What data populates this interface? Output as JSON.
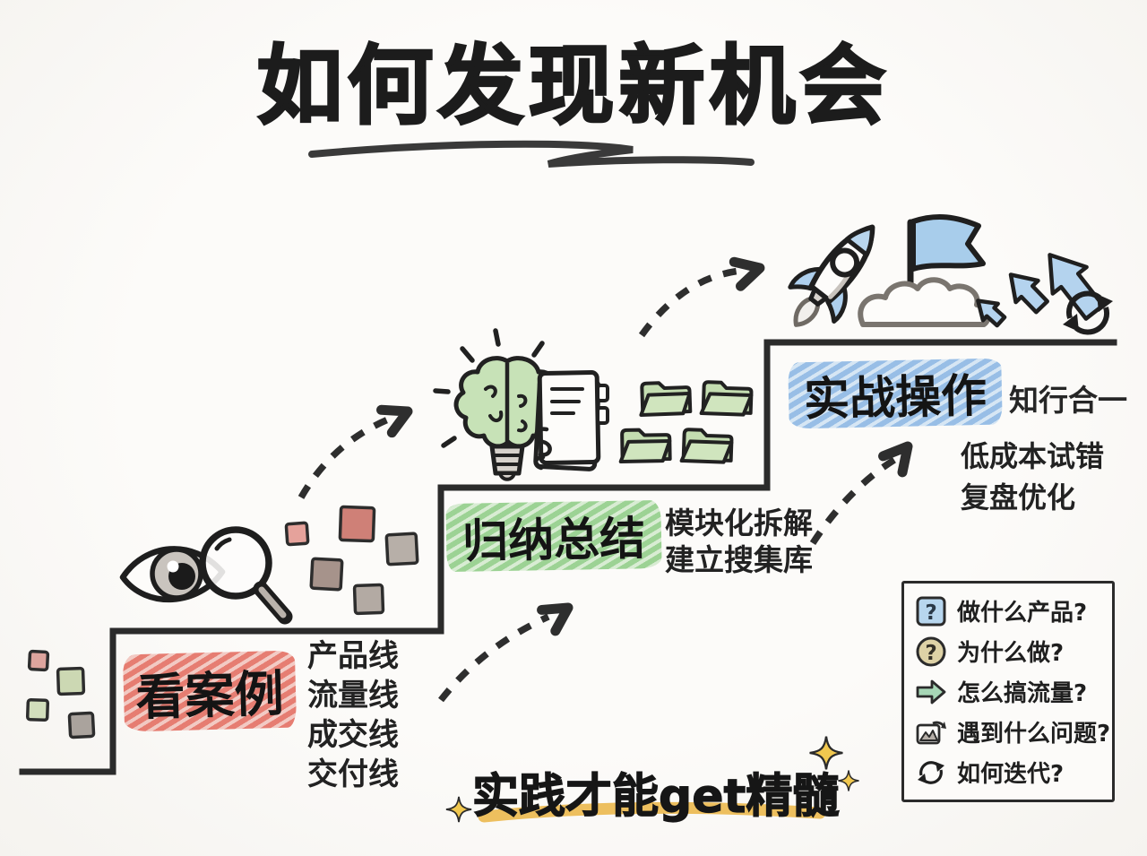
{
  "title": {
    "text": "如何发现新机会"
  },
  "steps": [
    {
      "label": "看案例",
      "highlight_color": "#e25d50",
      "items": [
        "产品线",
        "流量线",
        "成交线",
        "交付线"
      ]
    },
    {
      "label": "归纳总结",
      "highlight_color": "#8bc983",
      "items": [
        "模块化拆解",
        "建立搜集库"
      ]
    },
    {
      "label": "实战操作",
      "highlight_color": "#84b8e6",
      "note": "知行合一",
      "items": [
        "低成本试错",
        "复盘优化"
      ]
    }
  ],
  "question_box": {
    "items": [
      {
        "icon": "question-square-icon",
        "label": "做什么产品?"
      },
      {
        "icon": "question-circle-icon",
        "label": "为什么做?"
      },
      {
        "icon": "flow-arrow-icon",
        "label": "怎么搞流量?"
      },
      {
        "icon": "problem-image-icon",
        "label": "遇到什么问题?"
      },
      {
        "icon": "iterate-cycle-icon",
        "label": "如何迭代?"
      }
    ]
  },
  "tagline": {
    "text": "实践才能get精髓",
    "underline_color": "#edbf5e"
  },
  "icons": {
    "question_mark": "?",
    "scene": [
      "eye-magnifier-icon",
      "color-squares",
      "brain-bulb-icon",
      "notebook-icon",
      "folder-icon",
      "rocket-icon",
      "flag-icon",
      "cloud-icon",
      "growth-arrows-icon",
      "recycle-icon",
      "sparkle-star-icon"
    ]
  },
  "palette": {
    "ink": "#2b2b2b",
    "red": "#e25d50",
    "green": "#8bc983",
    "blue": "#84b8e6",
    "yellow": "#edbf5e",
    "folder_green": "#cde4bc"
  }
}
